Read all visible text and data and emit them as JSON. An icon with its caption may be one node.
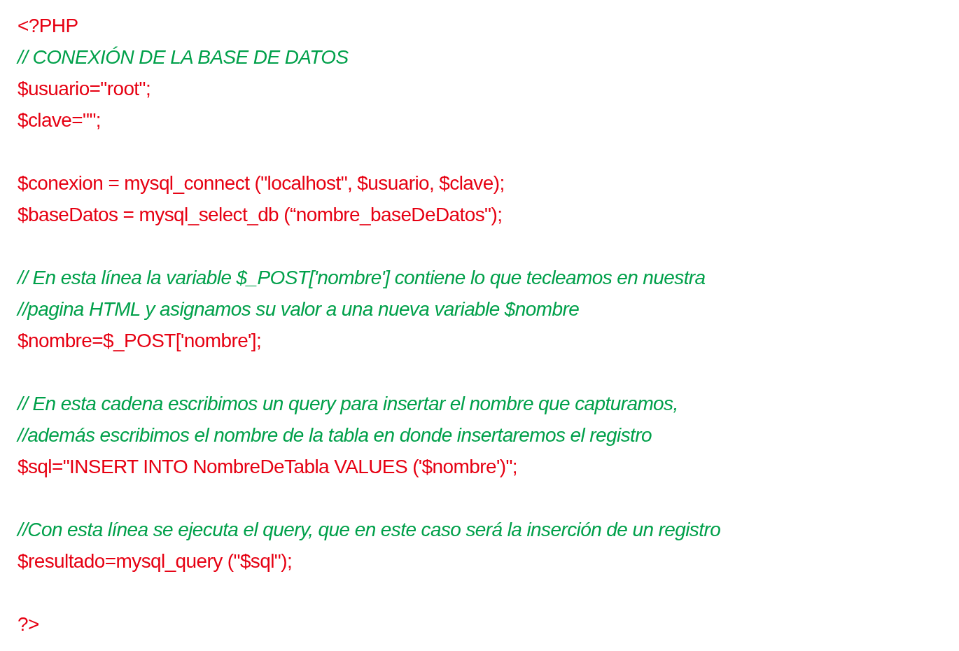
{
  "diagram": {
    "labels": [
      "<?PHP",
      "// CONEXIÓN DE LA BASE DE DATOS",
      "$usuario=\"root\";",
      "$clave=\"\";",
      "$conexion = mysql_connect (\"localhost\", $usuario, $clave);",
      "$baseDatos = mysql_select_db (“nombre_baseDeDatos\");",
      "// En esta línea la variable $_POST['nombre'] contiene lo que tecleamos en nuestra",
      "//pagina HTML y asignamos su valor a una nueva variable $nombre",
      "$nombre=$_POST['nombre'];",
      "// En esta cadena escribimos un query para insertar el nombre que capturamos,",
      "//además escribimos el nombre de la tabla en donde insertaremos el registro",
      "$sql=\"INSERT INTO NombreDeTabla VALUES ('$nombre')\";",
      "//Con esta línea se ejecuta el query, que en este caso será la inserción de un registro",
      "$resultado=mysql_query (\"$sql\");",
      "?>"
    ]
  }
}
